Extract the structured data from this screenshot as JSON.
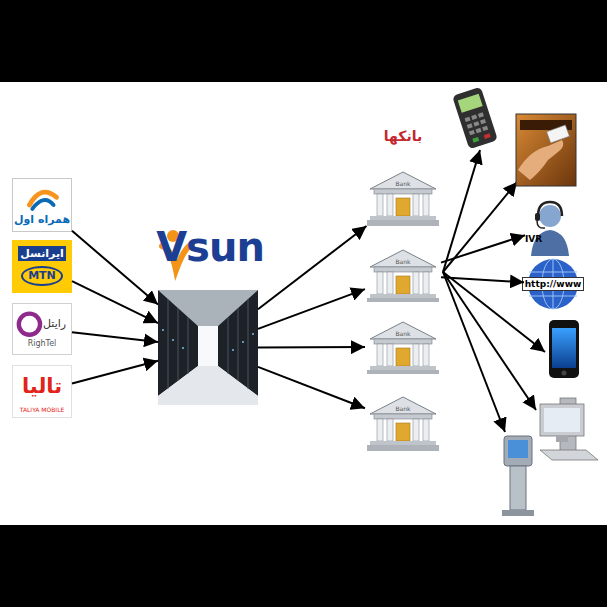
{
  "diagram": {
    "nodes": [
      {
        "text": [
          "همراه اول"
        ]
      },
      {
        "text": [
          "ایرانسل",
          "MTN"
        ]
      },
      {
        "text": [
          "رایتل",
          "RighTel"
        ]
      },
      {
        "text": [
          "تالیا",
          "TALIYA MOBILE"
        ]
      },
      {
        "text": [
          "Vsun"
        ]
      },
      {
        "text": [
          "Bank"
        ]
      },
      {
        "text": [
          "Bank"
        ]
      },
      {
        "text": [
          "Bank"
        ]
      },
      {
        "text": [
          "Bank"
        ]
      },
      {
        "text": [
          "IVR"
        ]
      },
      {
        "text": [
          "http://www"
        ]
      }
    ],
    "edges": [
      {
        "from": 0,
        "to": 4,
        "arrow": "to"
      },
      {
        "from": 1,
        "to": 4,
        "arrow": "to"
      },
      {
        "from": 2,
        "to": 4,
        "arrow": "to"
      },
      {
        "from": 3,
        "to": 4,
        "arrow": "to"
      },
      {
        "from": 4,
        "to": 5,
        "arrow": "to"
      },
      {
        "from": 4,
        "to": 6,
        "arrow": "to"
      },
      {
        "from": 4,
        "to": 7,
        "arrow": "to"
      },
      {
        "from": 4,
        "to": 8,
        "arrow": "to"
      },
      {
        "from": 6,
        "to": 9,
        "arrow": "to"
      },
      {
        "from": 6,
        "to": 10,
        "arrow": "to"
      }
    ],
    "labels": [
      "بانکها"
    ]
  }
}
